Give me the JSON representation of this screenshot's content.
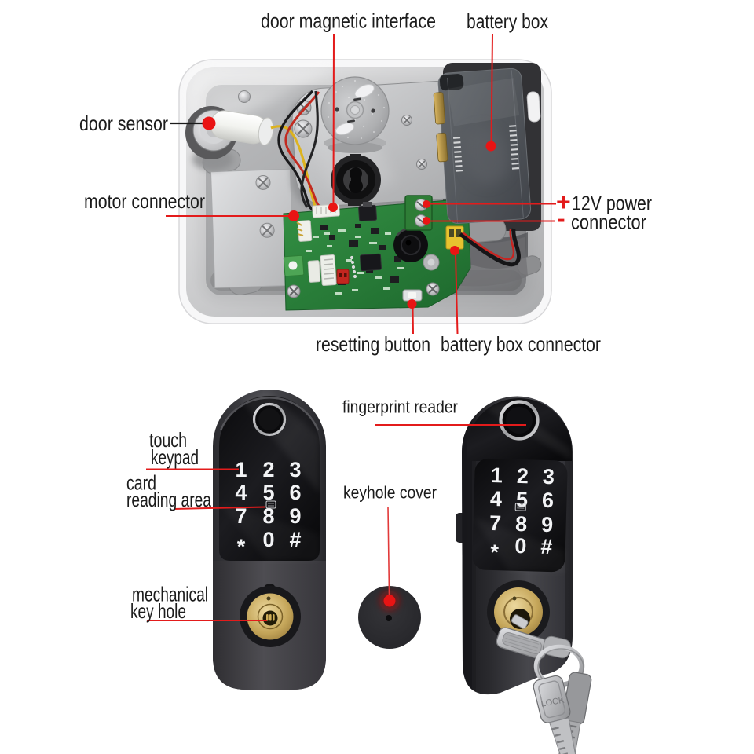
{
  "page": {
    "background": "#ffffff"
  },
  "colors": {
    "annotation_red": "#e31b1b",
    "label_black": "#1c1c1c",
    "pcb_green": "#2f8f3f",
    "gold": "#c9aa5e",
    "lock_body_dark": "#3a3a3f"
  },
  "top_diagram": {
    "labels": {
      "door_magnetic_interface": "door magnetic interface",
      "battery_box": "battery box",
      "door_sensor": "door sensor",
      "motor_connector": "motor connector",
      "power_plus": "+",
      "power_label_line1": "12V power",
      "power_minus": "-",
      "power_label_line2": "connector",
      "resetting_button": "resetting button",
      "battery_box_connector": "battery box connector"
    }
  },
  "bottom_diagram": {
    "labels": {
      "fingerprint_reader": "fingerprint reader",
      "touch_keypad_line1": "touch",
      "touch_keypad_line2": "keypad",
      "card_reading_line1": "card",
      "card_reading_line2": "reading area",
      "keyhole_cover": "keyhole cover",
      "mechanical_key_hole_line1": "mechanical",
      "mechanical_key_hole_line2": "key hole"
    },
    "keypad": {
      "rows": [
        [
          "1",
          "2",
          "3"
        ],
        [
          "4",
          "5",
          "6"
        ],
        [
          "7",
          "8",
          "9"
        ],
        [
          "*",
          "0",
          "#"
        ]
      ]
    },
    "key_engraving": "LOCK"
  }
}
